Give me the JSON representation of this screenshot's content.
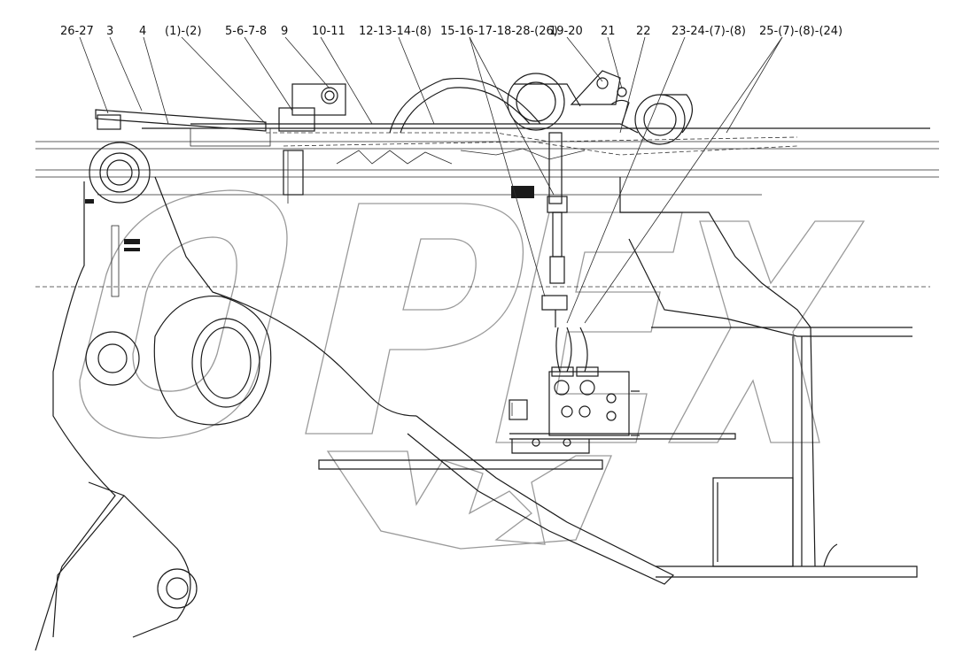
{
  "callouts": [
    {
      "id": "c1",
      "label": "26-27"
    },
    {
      "id": "c2",
      "label": "3"
    },
    {
      "id": "c3",
      "label": "4"
    },
    {
      "id": "c4",
      "label": "(1)-(2)"
    },
    {
      "id": "c5",
      "label": "5-6-7-8"
    },
    {
      "id": "c6",
      "label": "9"
    },
    {
      "id": "c7",
      "label": "10-11"
    },
    {
      "id": "c8",
      "label": "12-13-14-(8)"
    },
    {
      "id": "c9",
      "label": "15-16-17-18-28-(26)"
    },
    {
      "id": "c10",
      "label": "19-20"
    },
    {
      "id": "c11",
      "label": "21"
    },
    {
      "id": "c12",
      "label": "22"
    },
    {
      "id": "c13",
      "label": "23-24-(7)-(8)"
    },
    {
      "id": "c14",
      "label": "25-(7)-(8)-(24)"
    }
  ],
  "watermark": {
    "text": "OPEX",
    "colors": {
      "outline": "#9a9a9a"
    }
  },
  "colors": {
    "line": "#1a1a1a",
    "background": "#ffffff"
  }
}
